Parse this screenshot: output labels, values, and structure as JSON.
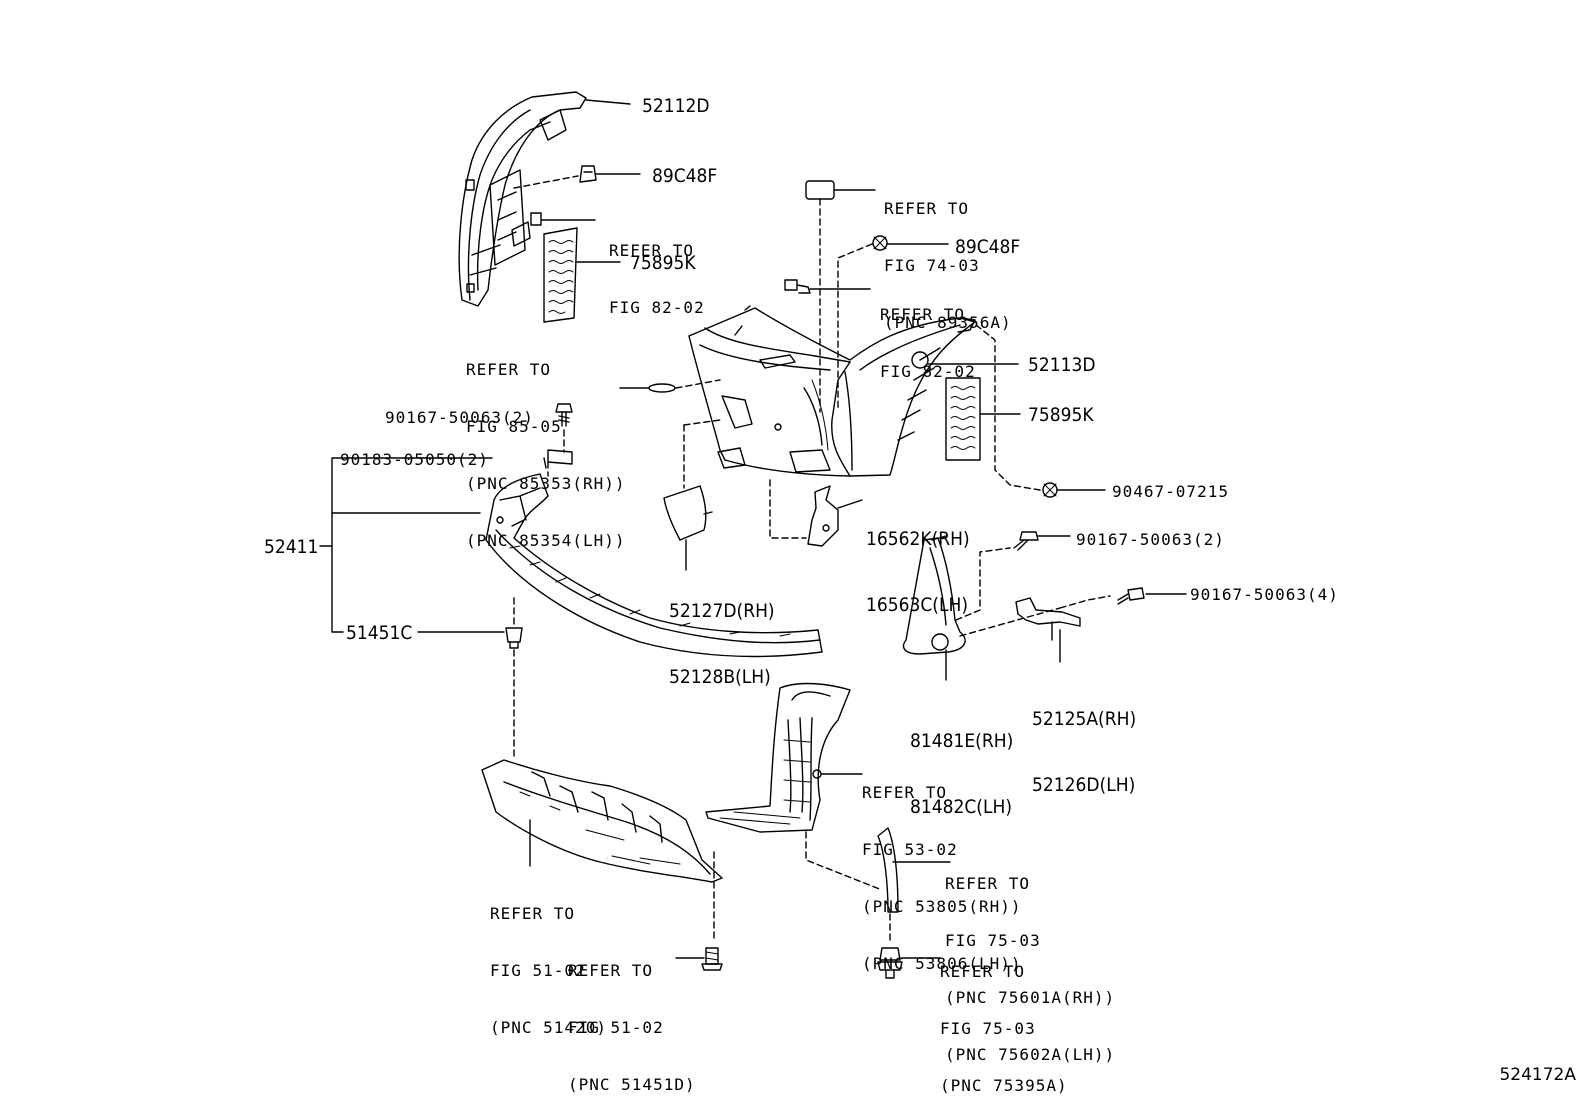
{
  "figure_id": "524172A",
  "parts": {
    "p52112D": "52112D",
    "p89C48F_top": "89C48F",
    "p75895K_left": "75895K",
    "p89C48F_right": "89C48F",
    "p52113D": "52113D",
    "p75895K_right": "75895K",
    "p90167_50063_2_left": "90167-50063(2)",
    "p90183_05050": "90183-05050(2)",
    "p52411": "52411",
    "p51451C": "51451C",
    "p52127D": "52127D(RH)",
    "p52128B": "52128B(LH)",
    "p16562K": "16562K(RH)",
    "p16563C": "16563C(LH)",
    "p90467_07215": "90467-07215",
    "p90167_50063_2_right": "90167-50063(2)",
    "p90167_50063_4": "90167-50063(4)",
    "p52125A": "52125A(RH)",
    "p52126D": "52126D(LH)",
    "p81481E": "81481E(RH)",
    "p81482C": "81482C(LH)"
  },
  "refs": {
    "fig74": [
      "REFER TO",
      "FIG 74-03",
      "(PNC 89356A)"
    ],
    "fig82_left": [
      "REFER TO",
      "FIG 82-02"
    ],
    "fig82_right": [
      "REFER TO",
      "FIG 82-02"
    ],
    "fig85": [
      "REFER TO",
      "FIG 85-05",
      "(PNC 85353(RH))",
      "(PNC 85354(LH))"
    ],
    "fig53": [
      "REFER TO",
      "FIG 53-02",
      "(PNC 53805(RH))",
      "(PNC 53806(LH))"
    ],
    "fig51_a": [
      "REFER TO",
      "FIG 51-02",
      "(PNC 51420)"
    ],
    "fig51_b": [
      "REFER TO",
      "FIG 51-02",
      "(PNC 51451D)"
    ],
    "fig75_a": [
      "REFER TO",
      "FIG 75-03",
      "(PNC 75601A(RH))",
      "(PNC 75602A(LH))"
    ],
    "fig75_b": [
      "REFER TO",
      "FIG 75-03",
      "(PNC 75395A)"
    ]
  }
}
